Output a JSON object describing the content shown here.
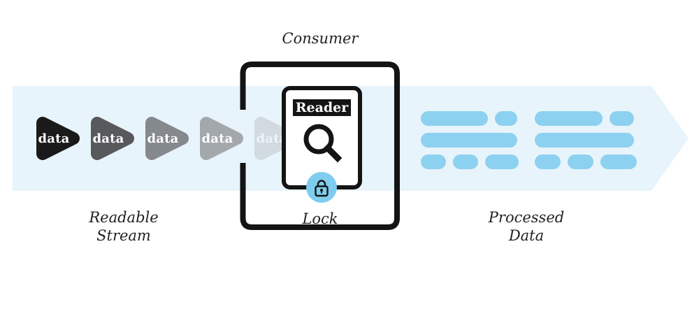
{
  "colors": {
    "band": "#e8f4fb",
    "pill": "#8dd1f0",
    "lock_circle": "#7fcdee",
    "ink": "#141414",
    "text": "#222222"
  },
  "labels": {
    "consumer": "Consumer",
    "reader": "Reader",
    "lock": "Lock",
    "readable_stream_line1": "Readable",
    "readable_stream_line2": "Stream",
    "processed_data_line1": "Processed",
    "processed_data_line2": "Data"
  },
  "stream": {
    "items": [
      {
        "label": "data",
        "color": "#1a1a1a",
        "text_color": "#ffffff"
      },
      {
        "label": "data",
        "color": "#58595c",
        "text_color": "#ffffff"
      },
      {
        "label": "data",
        "color": "#85898d",
        "text_color": "#ffffff"
      },
      {
        "label": "data",
        "color": "#a3a8ac",
        "text_color": "#ffffff"
      },
      {
        "label": "data",
        "color": "#d0dae0",
        "text_color": "#eef4f7"
      }
    ]
  },
  "processed_data": {
    "groups": [
      {
        "rows": [
          [
            96,
            32
          ],
          [
            138
          ],
          [
            36,
            36,
            48
          ]
        ]
      },
      {
        "rows": [
          [
            97,
            35
          ],
          [
            142
          ],
          [
            37,
            37,
            52
          ]
        ]
      }
    ]
  }
}
